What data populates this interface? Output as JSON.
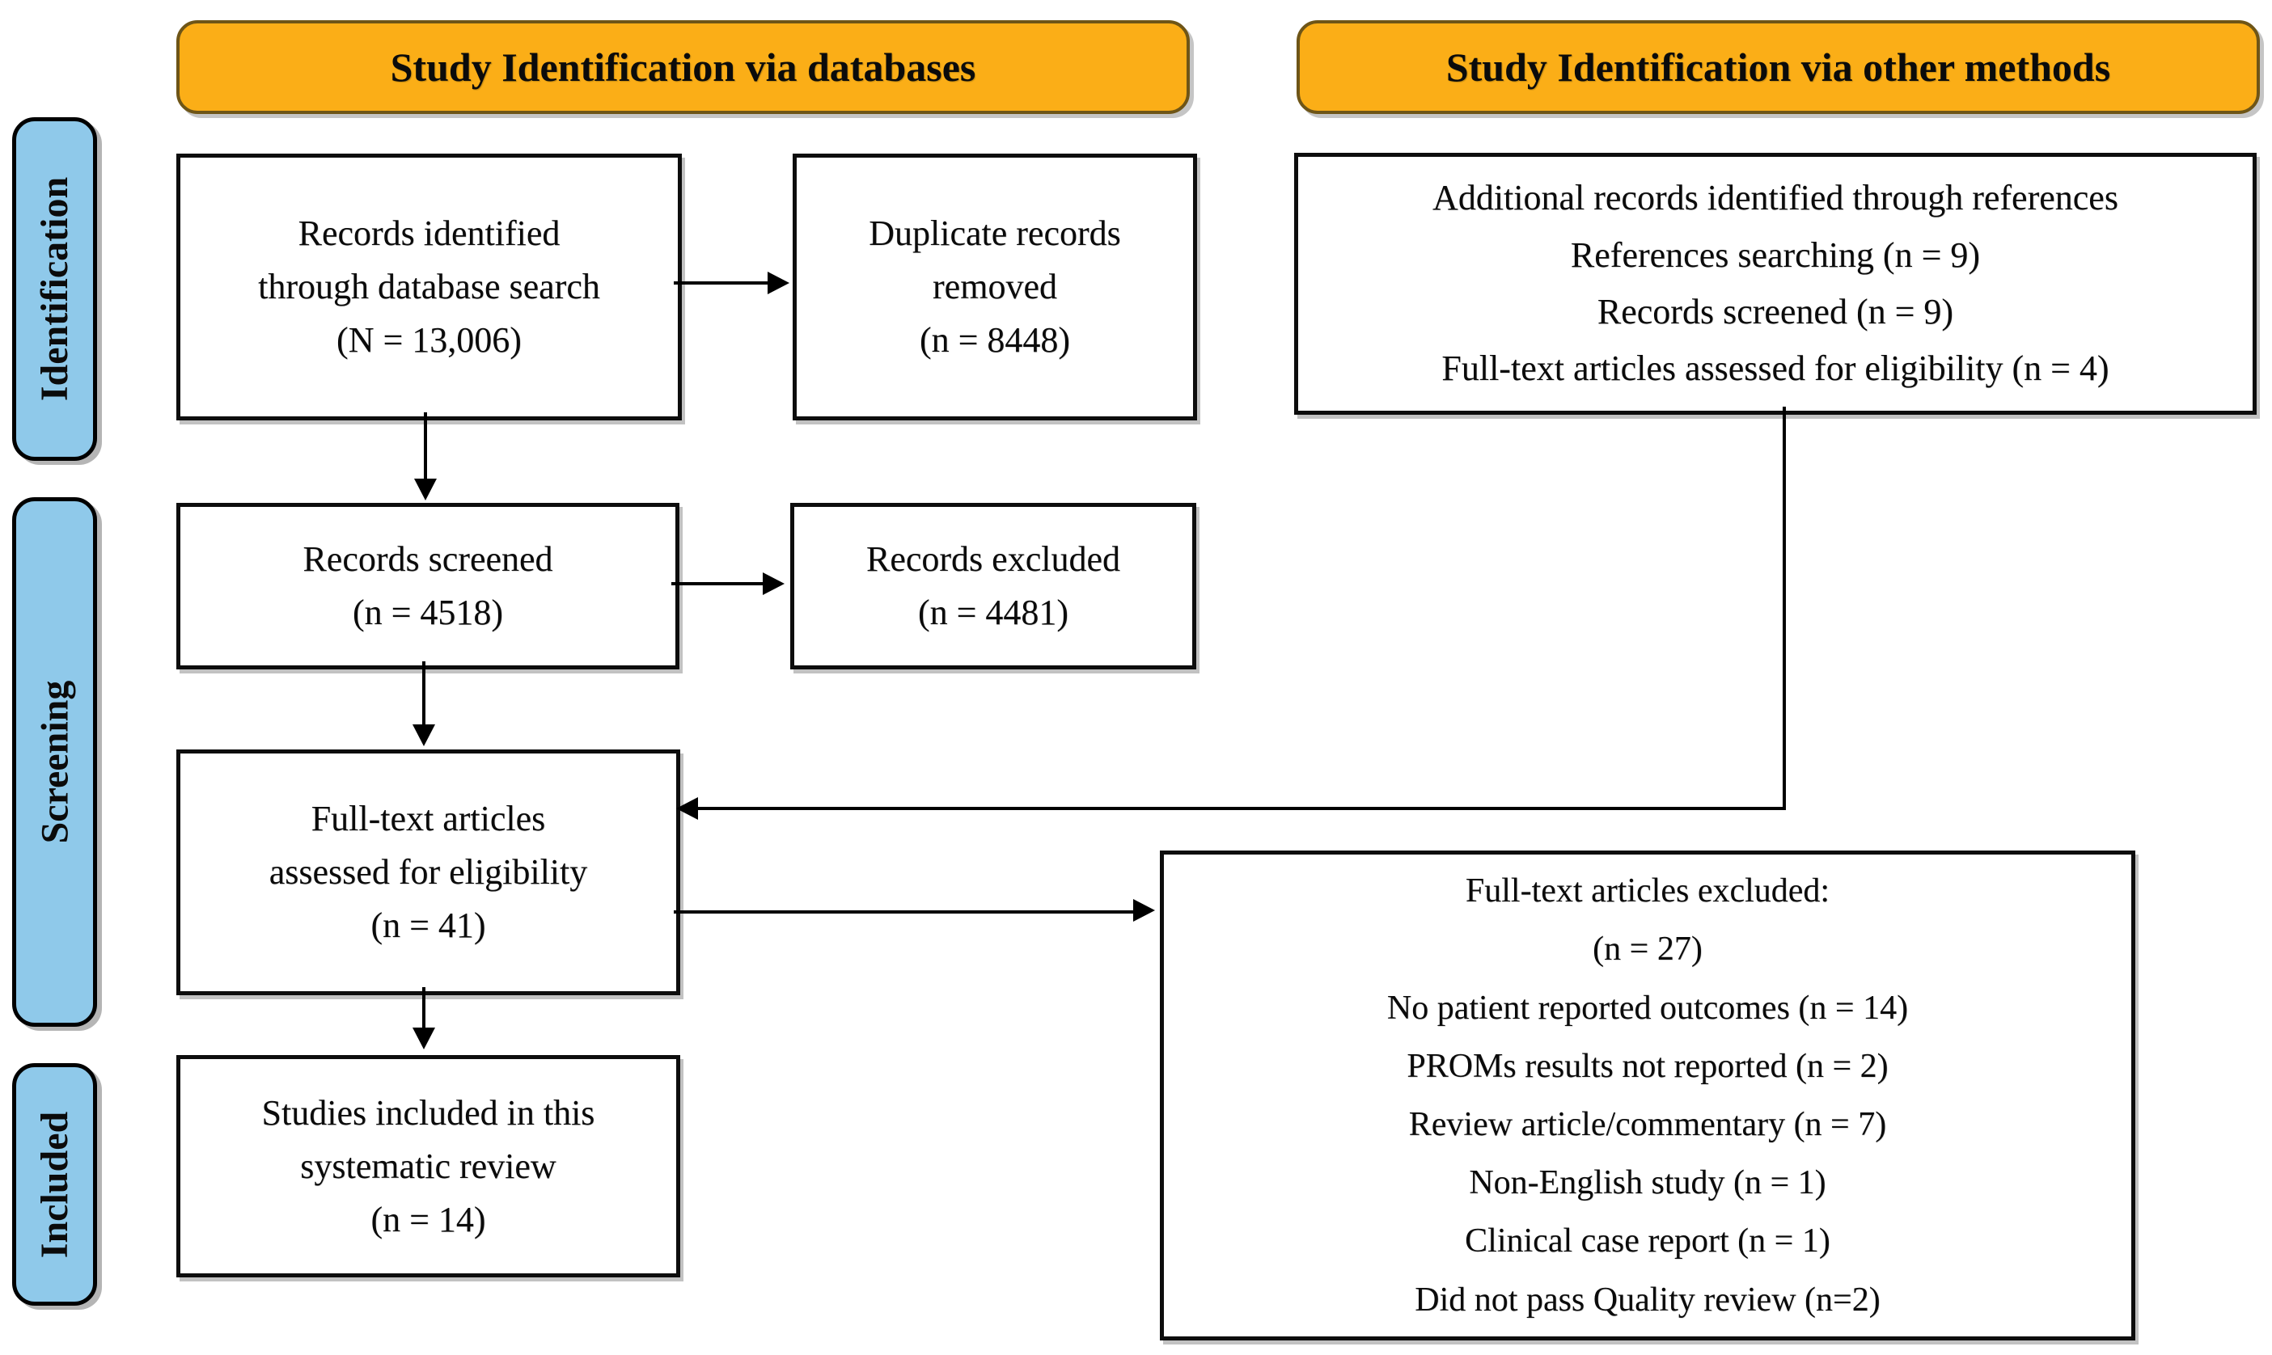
{
  "headers": {
    "databases": "Study Identification via databases",
    "other_methods": "Study Identification via other methods"
  },
  "stages": {
    "identification": "Identification",
    "screening": "Screening",
    "included": "Included"
  },
  "boxes": {
    "records_identified": {
      "lines": [
        "Records identified",
        "through database search",
        "(N = 13,006)"
      ]
    },
    "duplicates_removed": {
      "lines": [
        "Duplicate records",
        "removed",
        "(n = 8448)"
      ]
    },
    "records_screened": {
      "lines": [
        "Records screened",
        "(n = 4518)"
      ]
    },
    "records_excluded": {
      "lines": [
        "Records excluded",
        "(n = 4481)"
      ]
    },
    "fulltext_assessed": {
      "lines": [
        "Full-text articles",
        "assessed for eligibility",
        "(n = 41)"
      ]
    },
    "studies_included": {
      "lines": [
        "Studies included in this",
        "systematic review",
        "(n = 14)"
      ]
    },
    "additional_records": {
      "lines": [
        "Additional records identified through references",
        "References searching (n = 9)",
        "Records screened (n = 9)",
        "Full-text articles assessed for eligibility (n = 4)"
      ]
    },
    "fulltext_excluded": {
      "lines": [
        "Full-text articles excluded:",
        "(n = 27)",
        "No patient reported outcomes (n = 14)",
        "PROMs results not reported (n = 2)",
        "Review article/commentary (n = 7)",
        "Non-English study (n = 1)",
        "Clinical case report (n = 1)",
        "Did not pass Quality review (n=2)"
      ]
    }
  },
  "colors": {
    "header_fill": "#FBAE17",
    "header_border": "#6E5517",
    "stage_fill": "#8FC9EA",
    "box_border": "#0D0D0D",
    "line": "#000000"
  }
}
